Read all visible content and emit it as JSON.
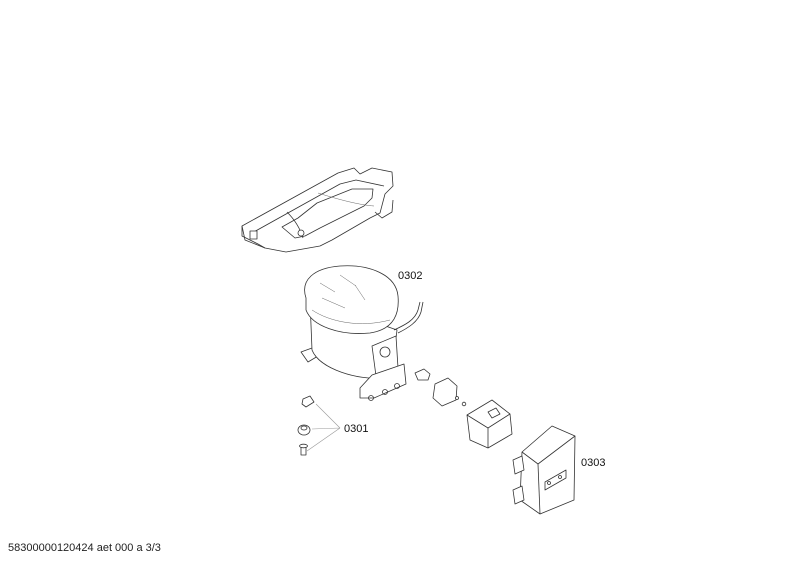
{
  "diagram": {
    "type": "exploded-parts-view",
    "parts": [
      {
        "id": "tray",
        "label": ""
      },
      {
        "id": "compressor",
        "label": "0302"
      },
      {
        "id": "mounting-kit",
        "label": "0301",
        "items": [
          "clip",
          "grommet",
          "bolt"
        ]
      },
      {
        "id": "relay-and-cover",
        "label": ""
      },
      {
        "id": "electronics-module",
        "label": "0303"
      }
    ],
    "labels": {
      "compressor": "0302",
      "mounting": "0301",
      "module": "0303"
    }
  },
  "footer": {
    "document_id": "58300000120424 aet 000 a 3/3"
  }
}
